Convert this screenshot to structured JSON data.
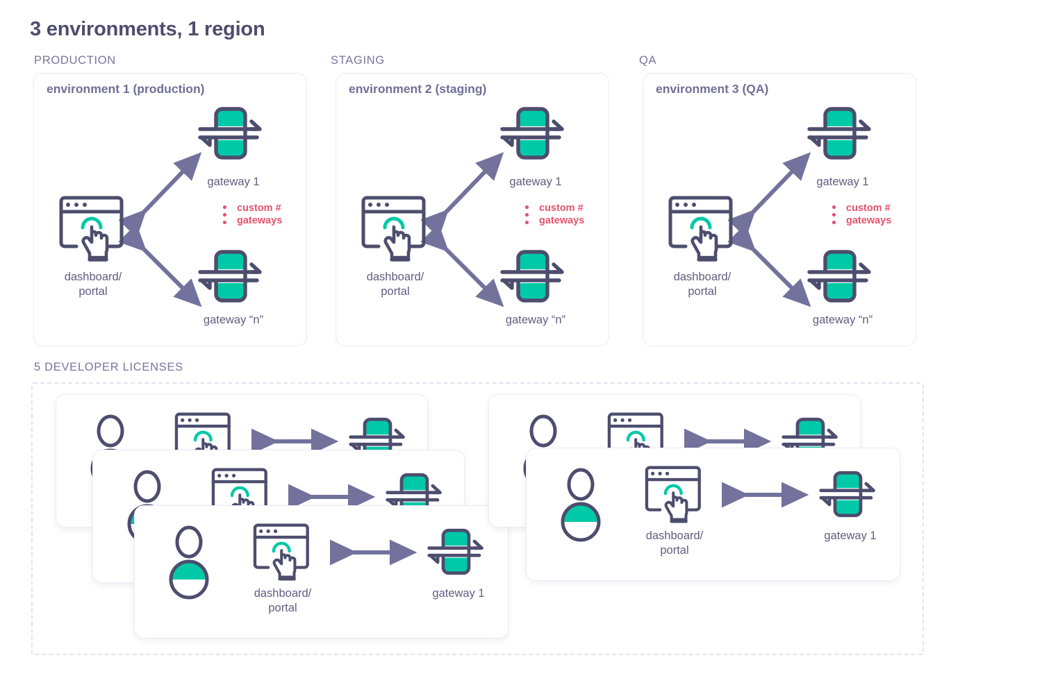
{
  "title": "3 environments, 1 region",
  "colors": {
    "navy": "#4d4d6e",
    "teal": "#00c9a7",
    "purple_arrow": "#72729c",
    "pink": "#e4546f",
    "box_border": "#e9e9f6",
    "dashed_border": "#e2e2f2",
    "caption": "#76769c",
    "background": "#ffffff"
  },
  "labels": {
    "dashboard": "dashboard/\nportal",
    "gateway_1": "gateway 1",
    "gateway_n": "gateway “n”",
    "custom_note": "custom #\ngateways"
  },
  "sections": [
    {
      "caption": "PRODUCTION",
      "box_title": "environment 1 (production)"
    },
    {
      "caption": "STAGING",
      "box_title": "environment 2 (staging)"
    },
    {
      "caption": "QA",
      "box_title": "environment 3 (QA)"
    }
  ],
  "developer_section": {
    "caption": "5 DEVELOPER LICENSES",
    "license_count": 5,
    "clusters": [
      {
        "name": "left-cluster",
        "cards": 3
      },
      {
        "name": "right-cluster",
        "cards": 2
      }
    ],
    "card_labels": {
      "dashboard": "dashboard/\nportal",
      "gateway": "gateway 1"
    }
  },
  "chart_data": {
    "type": "diagram",
    "title": "3 environments, 1 region",
    "nodes": [
      {
        "id": "env1-portal",
        "label": "dashboard/ portal",
        "env": "environment 1 (production)"
      },
      {
        "id": "env1-gw1",
        "label": "gateway 1",
        "env": "environment 1 (production)"
      },
      {
        "id": "env1-gwn",
        "label": "gateway “n”",
        "env": "environment 1 (production)"
      },
      {
        "id": "env2-portal",
        "label": "dashboard/ portal",
        "env": "environment 2 (staging)"
      },
      {
        "id": "env2-gw1",
        "label": "gateway 1",
        "env": "environment 2 (staging)"
      },
      {
        "id": "env2-gwn",
        "label": "gateway “n”",
        "env": "environment 2 (staging)"
      },
      {
        "id": "env3-portal",
        "label": "dashboard/ portal",
        "env": "environment 3 (QA)"
      },
      {
        "id": "env3-gw1",
        "label": "gateway 1",
        "env": "environment 3 (QA)"
      },
      {
        "id": "env3-gwn",
        "label": "gateway “n”",
        "env": "environment 3 (QA)"
      }
    ],
    "edges": [
      {
        "from": "env1-portal",
        "to": "env1-gw1",
        "type": "bidirectional"
      },
      {
        "from": "env1-portal",
        "to": "env1-gwn",
        "type": "bidirectional"
      },
      {
        "from": "env2-portal",
        "to": "env2-gw1",
        "type": "bidirectional"
      },
      {
        "from": "env2-portal",
        "to": "env2-gwn",
        "type": "bidirectional"
      },
      {
        "from": "env3-portal",
        "to": "env3-gw1",
        "type": "bidirectional"
      },
      {
        "from": "env3-portal",
        "to": "env3-gwn",
        "type": "bidirectional"
      }
    ],
    "annotations": [
      "custom # gateways",
      "5 DEVELOPER LICENSES"
    ]
  }
}
